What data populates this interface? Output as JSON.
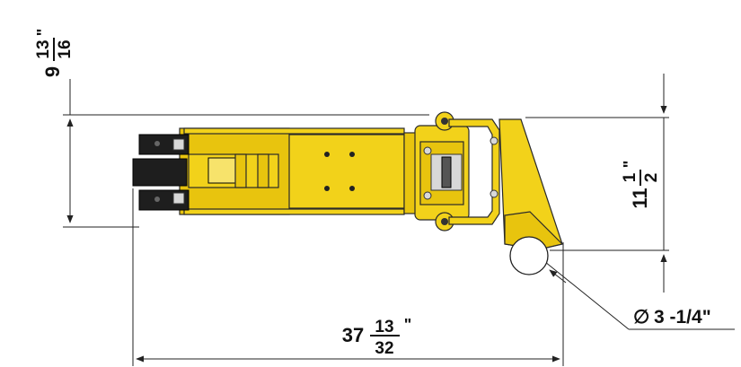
{
  "dimensions": {
    "height_whole": "9",
    "height_num": "13",
    "height_den": "16",
    "height_unit": "\"",
    "width_whole": "11",
    "width_num": "1",
    "width_den": "2",
    "width_unit": "\"",
    "length_whole": "37",
    "length_num": "13",
    "length_den": "32",
    "length_unit": "\"",
    "diameter_symbol": "∅",
    "diameter_value": "3 -1/4\""
  },
  "colors": {
    "body": "#f2d21a",
    "dark": "#1e1e1e",
    "line": "#222222"
  }
}
